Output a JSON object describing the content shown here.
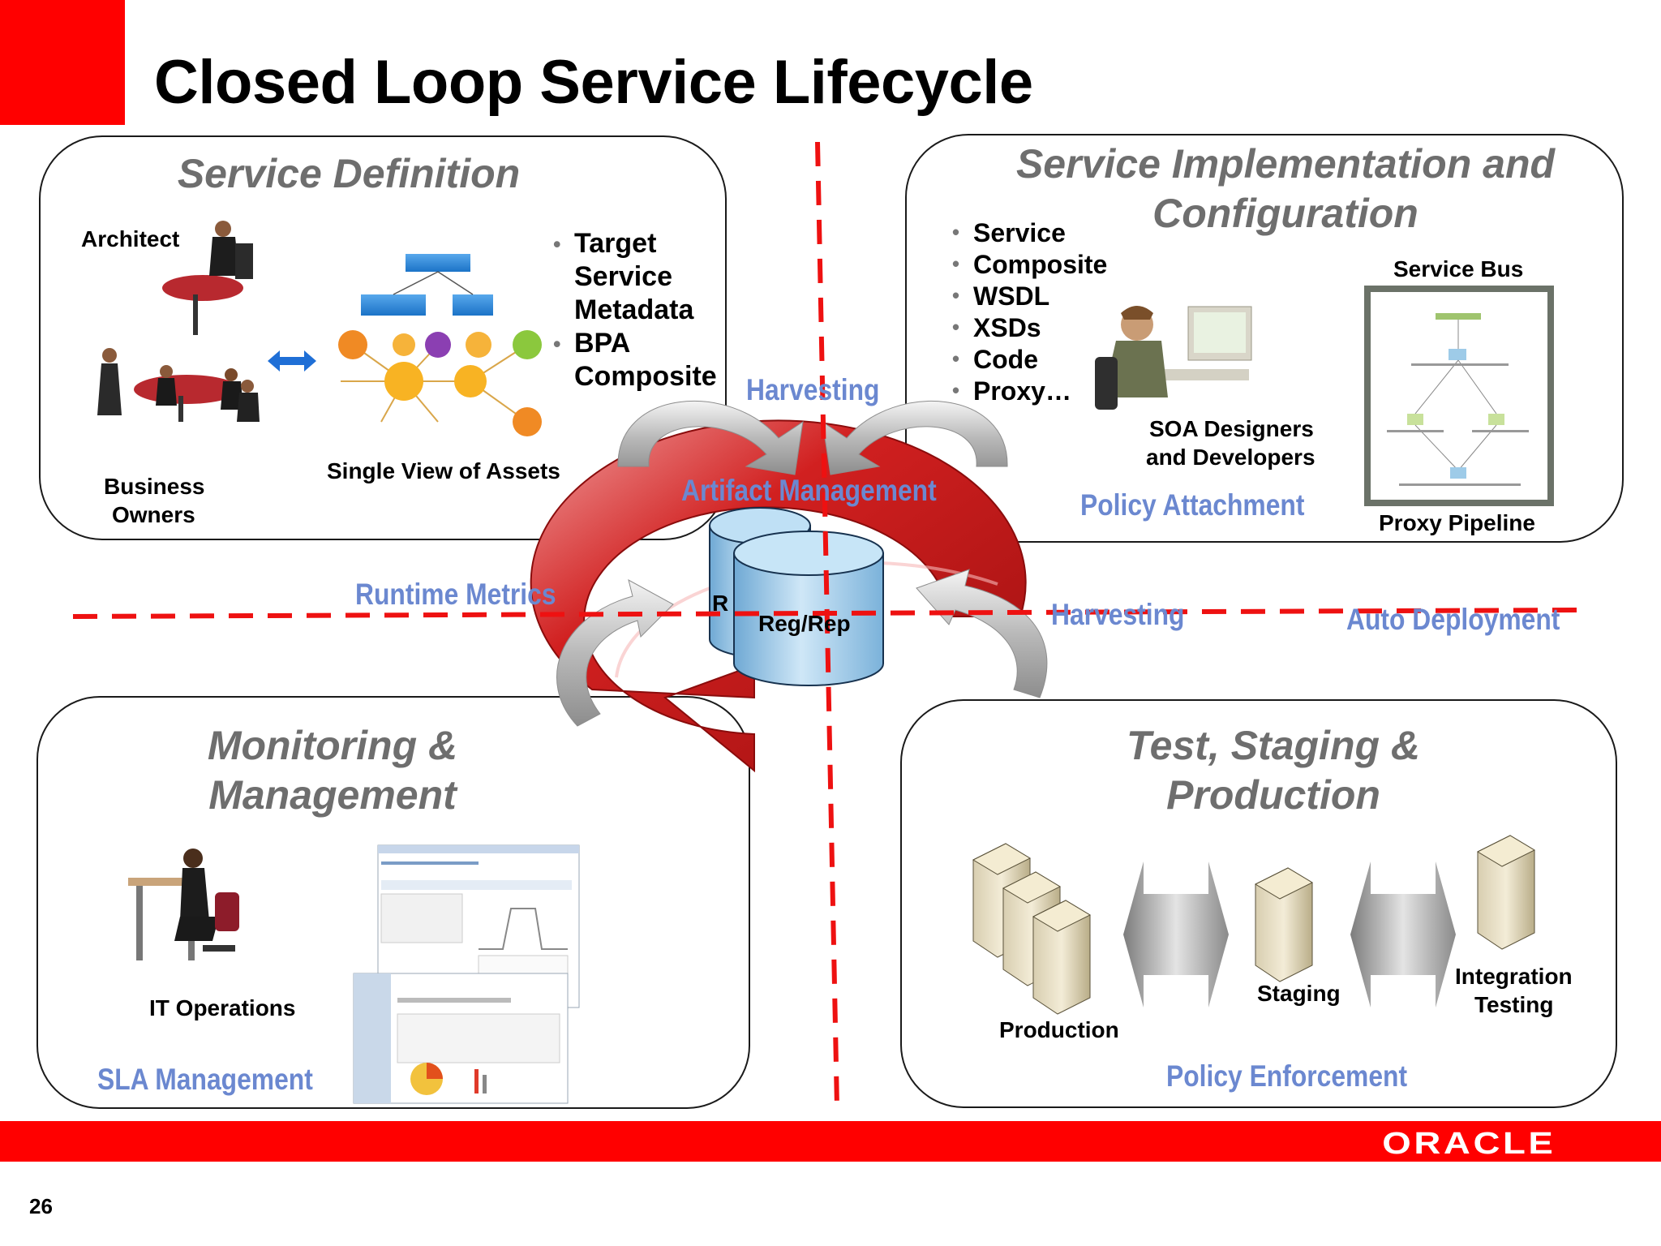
{
  "title": "Closed Loop Service Lifecycle",
  "quadrants": {
    "definition": {
      "title_line1": "Service Definition",
      "roles": {
        "architect": "Architect",
        "business_owners_1": "Business",
        "business_owners_2": "Owners"
      },
      "assets_caption": "Single View of Assets",
      "bullets": [
        "Target",
        "Service",
        "Metadata",
        "BPA",
        "Composite"
      ]
    },
    "implementation": {
      "title_line1": "Service Implementation and",
      "title_line2": "Configuration",
      "bullets": [
        "Service",
        "Composite",
        "WSDL",
        "XSDs",
        "Code",
        "Proxy…"
      ],
      "designers_1": "SOA Designers",
      "designers_2": "and Developers",
      "service_bus": "Service Bus",
      "proxy_pipeline": "Proxy Pipeline",
      "policy_label": "Policy Attachment"
    },
    "monitoring": {
      "title_line1": "Monitoring &",
      "title_line2": "Management",
      "it_operations": "IT Operations",
      "sla_label": "SLA Management"
    },
    "test": {
      "title_line1": "Test, Staging &",
      "title_line2": "Production",
      "production": "Production",
      "staging": "Staging",
      "integration_1": "Integration",
      "integration_2": "Testing",
      "policy_label": "Policy Enforcement"
    }
  },
  "center": {
    "harvesting_top": "Harvesting",
    "artifact_management": "Artifact Management",
    "runtime_metrics": "Runtime Metrics",
    "harvesting_right": "Harvesting",
    "auto_deployment": "Auto Deployment",
    "repo_back_label": "R",
    "repo_label": "Reg/Rep"
  },
  "footer": {
    "brand": "ORACLE",
    "page_number": "26"
  },
  "colors": {
    "accent_red": "#ff0000",
    "label_blue": "#6b88d0",
    "title_gray": "#6e6e6e",
    "ring_red": "#cc1c1c",
    "repo_blue": "#a9d2ee"
  }
}
